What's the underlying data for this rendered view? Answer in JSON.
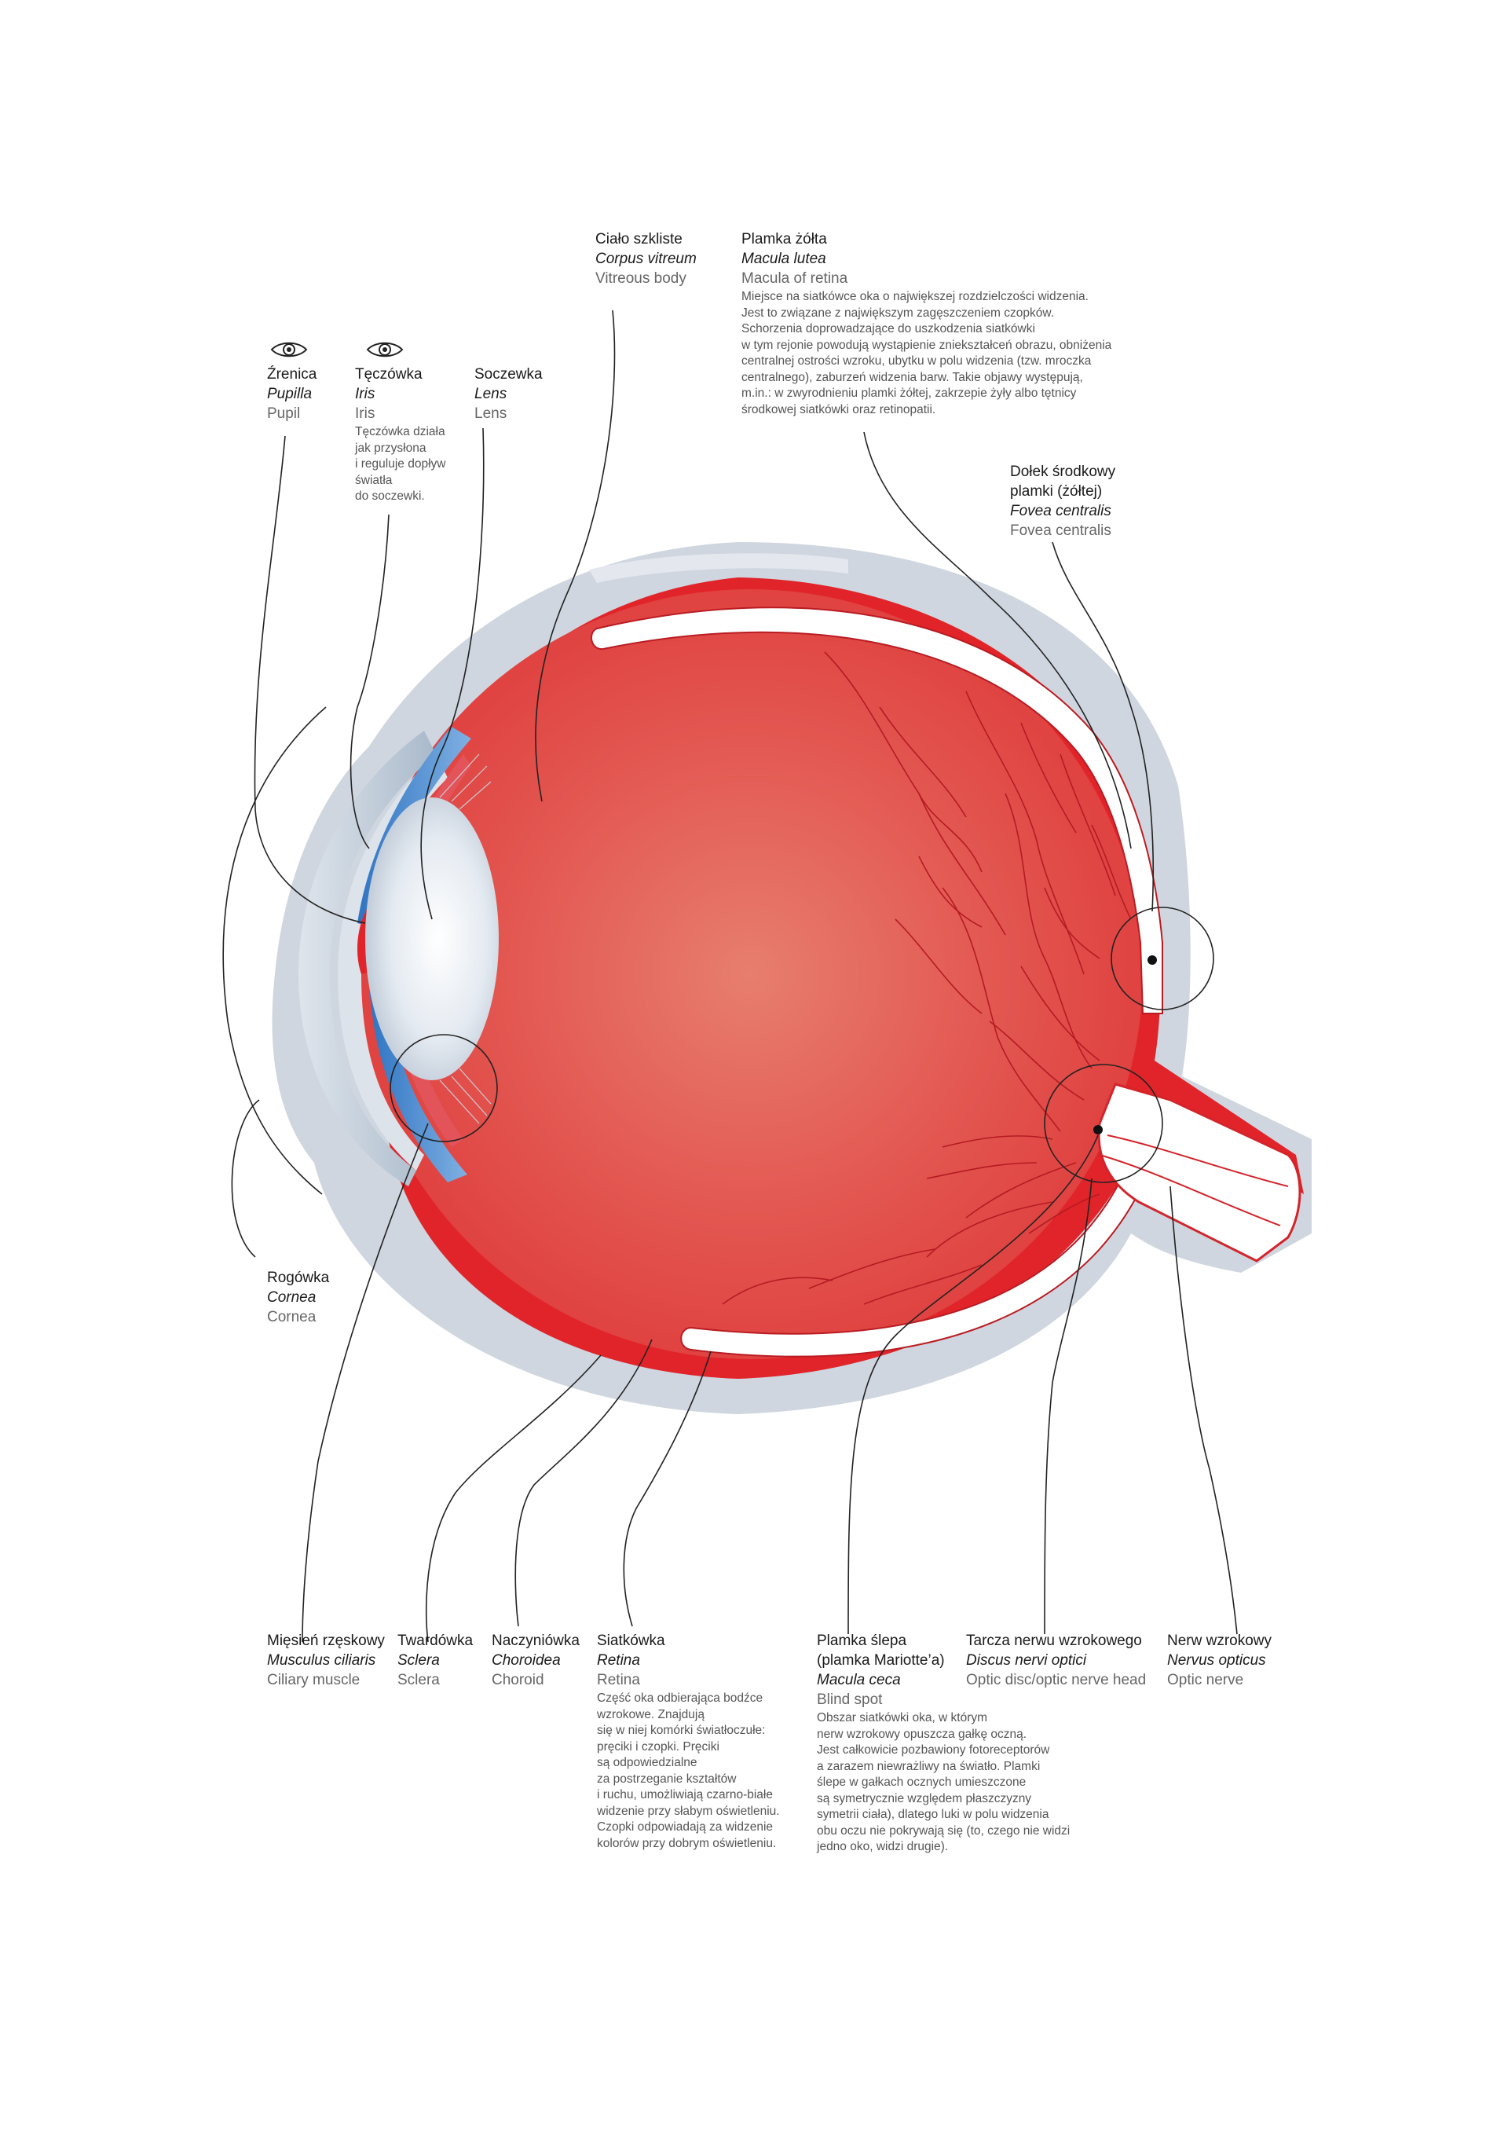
{
  "colors": {
    "sclera_outer": "#cfd6df",
    "choroid": "#e0242a",
    "vitreous": "#e35a55",
    "retina_band": "#ffffff",
    "cornea": "#b9c7d6",
    "iris": "#3f86cf",
    "lens": "#e9eef4",
    "leader": "#222222"
  },
  "labels": {
    "pupil": {
      "pl": "Źrenica",
      "la": "Pupilla",
      "en": "Pupil",
      "icon": "eye-icon"
    },
    "iris": {
      "pl": "Tęczówka",
      "la": "Iris",
      "en": "Iris",
      "icon": "eye-icon",
      "desc": "Tęczówka działa\njak przysłona\ni reguluje dopływ\nświatła\ndo soczewki."
    },
    "lens": {
      "pl": "Soczewka",
      "la": "Lens",
      "en": "Lens"
    },
    "vitreous": {
      "pl": "Ciało szkliste",
      "la": "Corpus vitreum",
      "en": "Vitreous body"
    },
    "macula": {
      "pl": "Plamka żółta",
      "la": "Macula lutea",
      "en": "Macula of retina",
      "desc": "Miejsce na siatkówce oka o największej rozdzielczości widzenia.\nJest to związane z największym zagęszczeniem czopków.\nSchorzenia doprowadzające do uszkodzenia siatkówki\nw tym rejonie powodują wystąpienie zniekształceń obrazu, obniżenia\ncentralnej ostrości wzroku, ubytku w polu widzenia (tzw. mroczka\ncentralnego), zaburzeń widzenia barw. Takie objawy występują,\nm.in.: w zwyrodnieniu plamki żółtej, zakrzepie żyły albo tętnicy\nśrodkowej siatkówki oraz retinopatii."
    },
    "fovea": {
      "pl": "Dołek środkowy\nplamki (żółtej)",
      "la": "Fovea centralis",
      "en": "Fovea centralis"
    },
    "cornea": {
      "pl": "Rogówka",
      "la": "Cornea",
      "en": "Cornea"
    },
    "ciliary": {
      "pl": "Mięsień rzęskowy",
      "la": "Musculus ciliaris",
      "en": "Ciliary muscle"
    },
    "sclera": {
      "pl": "Twardówka",
      "la": "Sclera",
      "en": "Sclera"
    },
    "choroid": {
      "pl": "Naczyniówka",
      "la": "Choroidea",
      "en": "Choroid"
    },
    "retina": {
      "pl": "Siatkówka",
      "la": "Retina",
      "en": "Retina",
      "desc": "Część oka odbierająca bodźce\nwzrokowe. Znajdują\nsię w niej komórki światłoczułe:\npręciki i czopki. Pręciki\nsą odpowiedzialne\nza postrzeganie kształtów\ni ruchu, umożliwiają czarno-białe\nwidzenie przy słabym oświetleniu.\nCzopki odpowiadają za widzenie\nkolorów przy dobrym oświetleniu."
    },
    "blindspot": {
      "pl": "Plamka ślepa\n(plamka Mariotte’a)",
      "la": "Macula ceca",
      "en": "Blind spot",
      "desc": "Obszar siatkówki oka, w którym\nnerw wzrokowy opuszcza gałkę oczną.\nJest całkowicie pozbawiony fotoreceptorów\na zarazem niewrażliwy na światło. Plamki\nślepe w gałkach ocznych umieszczone\nsą symetrycznie względem płaszczyzny\nsymetrii ciała), dlatego luki w polu widzenia\nobu oczu nie pokrywają się (to, czego nie widzi\njedno oko, widzi drugie)."
    },
    "disc": {
      "pl": "Tarcza nerwu wzrokowego",
      "la": "Discus nervi optici",
      "en": "Optic disc/optic nerve head"
    },
    "nerve": {
      "pl": "Nerw wzrokowy",
      "la": "Nervus opticus",
      "en": "Optic nerve"
    }
  }
}
